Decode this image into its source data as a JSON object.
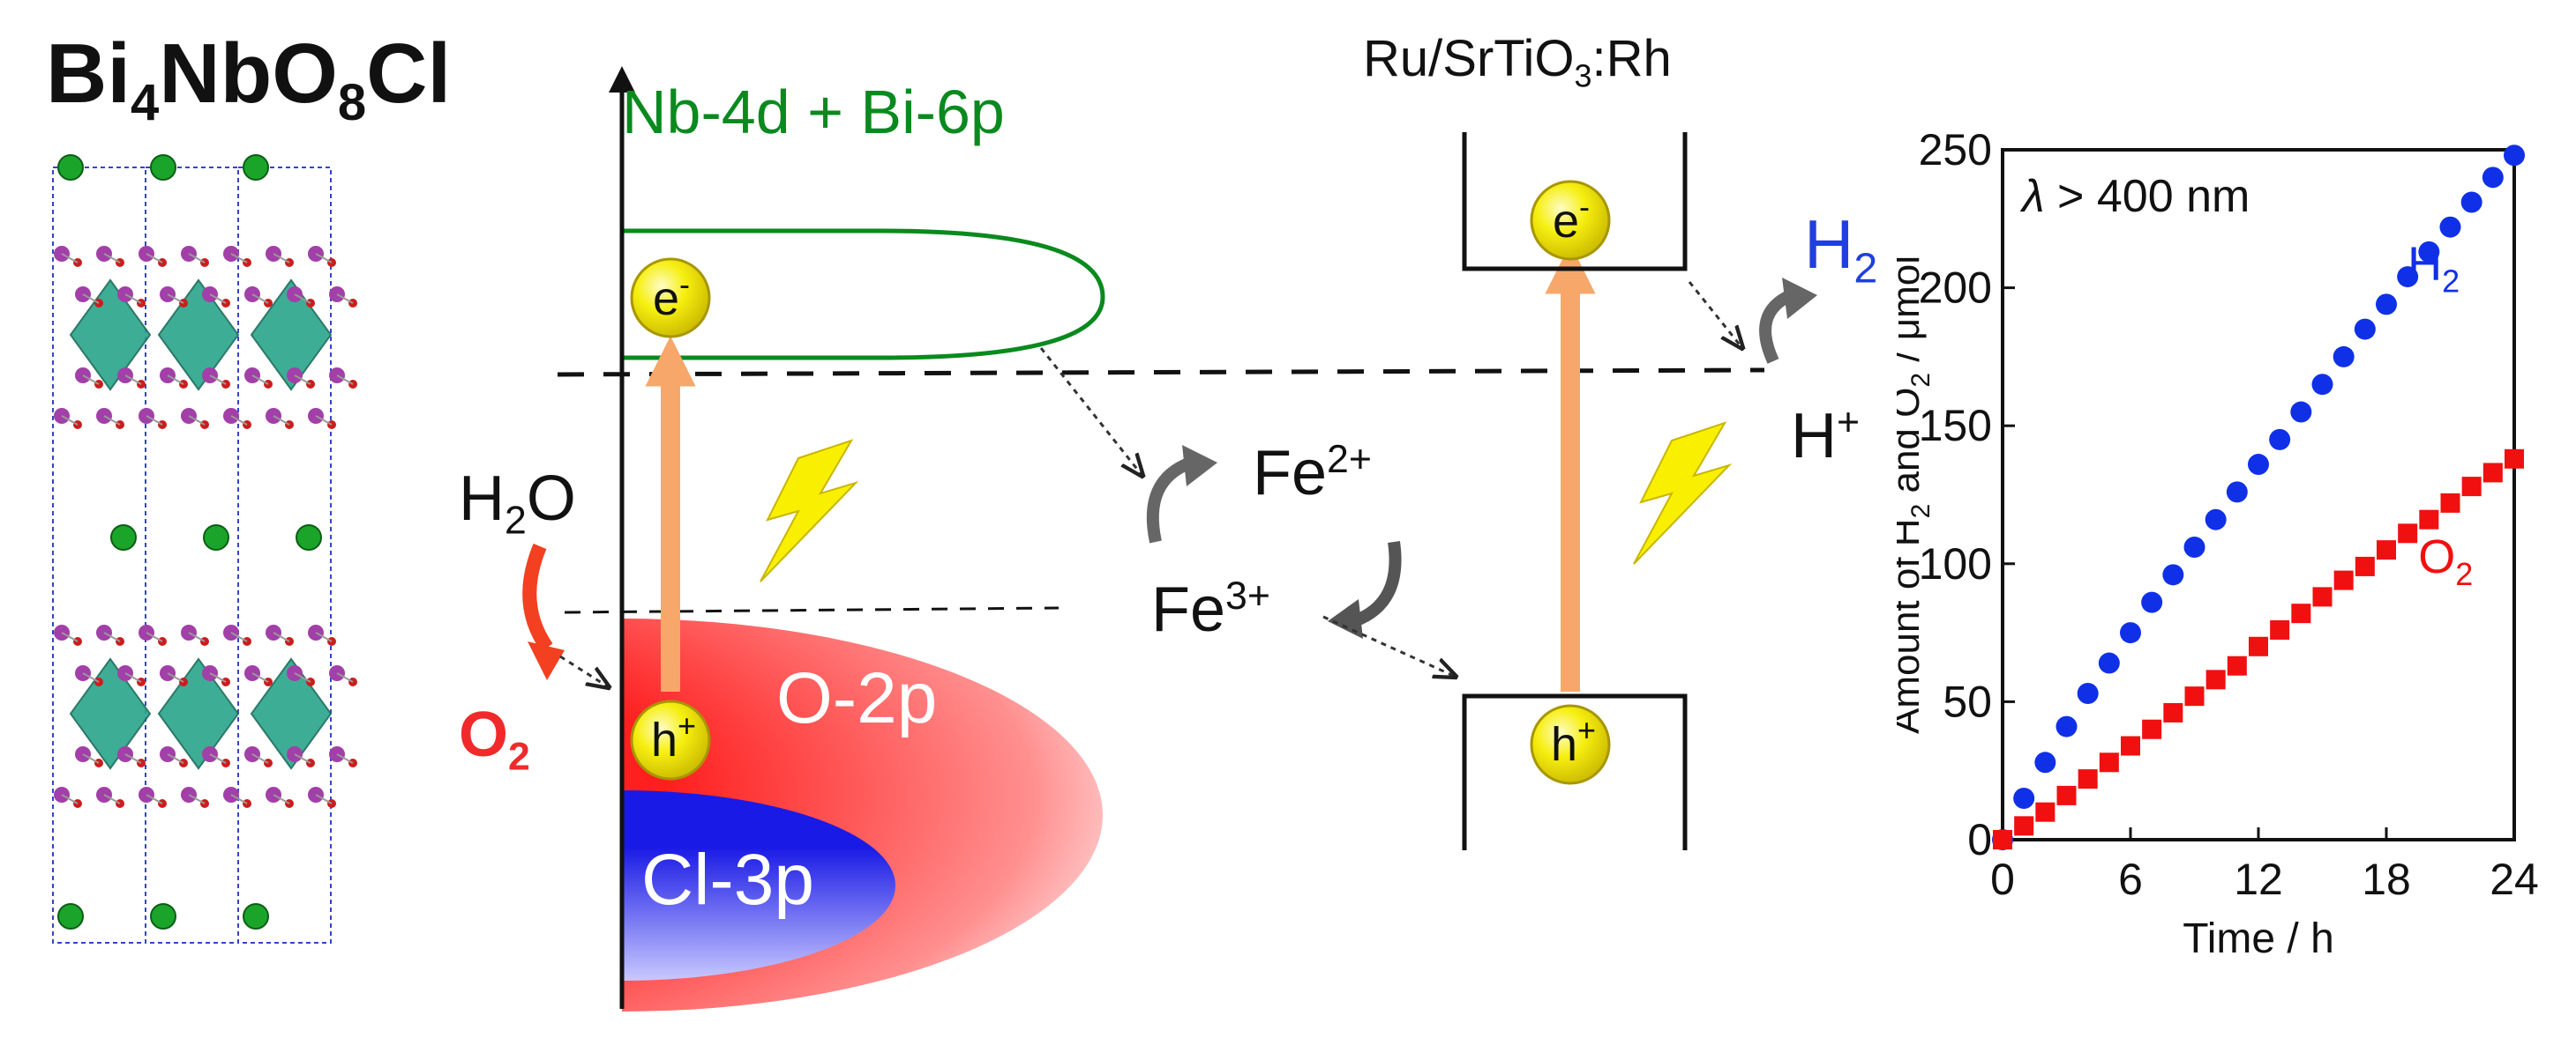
{
  "crystal": {
    "formula_parts": [
      "Bi",
      "4",
      "NbO",
      "8",
      "Cl"
    ]
  },
  "band_diagram": {
    "conduction_band_label": "Nb-4d + Bi-6p",
    "valence_band_o_label": "O-2p",
    "valence_band_cl_label": "Cl-3p",
    "electron_label": "e",
    "electron_charge": "-",
    "hole_label": "h",
    "hole_charge": "+",
    "h2o_parts": [
      "H",
      "2",
      "O"
    ],
    "o2_parts": [
      "O",
      "2"
    ]
  },
  "mediator": {
    "fe2_base": "Fe",
    "fe2_charge": "2+",
    "fe3_base": "Fe",
    "fe3_charge": "3+"
  },
  "photocatalyst2": {
    "label_parts": [
      "Ru/SrTiO",
      "3",
      ":Rh"
    ],
    "electron_label": "e",
    "electron_charge": "-",
    "hole_label": "h",
    "hole_charge": "+",
    "proton_base": "H",
    "proton_charge": "+",
    "h2_parts": [
      "H",
      "2"
    ]
  },
  "colors": {
    "conduction_band": "#0a8a1e",
    "o2p_band": "#ff2a2a",
    "cl3p_band": "#1f1fe0",
    "excitation_arrow": "#f7a76a",
    "particle": "#f2e800",
    "h2_series": "#1030e8",
    "o2_series": "#f01010",
    "o2_text": "#f02a2a"
  },
  "chart_data": {
    "type": "scatter",
    "annotation_symbol": "λ",
    "annotation_text": " > 400 nm",
    "xlabel": "Time / h",
    "ylabel_parts": [
      "Amount of H",
      "2",
      " and O",
      "2",
      " / μmol"
    ],
    "x_ticks": [
      0,
      6,
      12,
      18,
      24
    ],
    "y_ticks": [
      0,
      50,
      100,
      150,
      200,
      250
    ],
    "xlim": [
      0,
      24
    ],
    "ylim": [
      0,
      250
    ],
    "grid": false,
    "series": [
      {
        "name_parts": [
          "H",
          "2"
        ],
        "marker": "circle",
        "color": "#1030e8",
        "x": [
          0,
          1,
          2,
          3,
          4,
          5,
          6,
          7,
          8,
          9,
          10,
          11,
          12,
          13,
          14,
          15,
          16,
          17,
          18,
          19,
          20,
          21,
          22,
          23,
          24
        ],
        "y": [
          0,
          15,
          28,
          41,
          53,
          64,
          75,
          86,
          96,
          106,
          116,
          126,
          136,
          145,
          155,
          165,
          175,
          185,
          194,
          204,
          213,
          222,
          231,
          240,
          248
        ]
      },
      {
        "name_parts": [
          "O",
          "2"
        ],
        "marker": "square",
        "color": "#f01010",
        "x": [
          0,
          1,
          2,
          3,
          4,
          5,
          6,
          7,
          8,
          9,
          10,
          11,
          12,
          13,
          14,
          15,
          16,
          17,
          18,
          19,
          20,
          21,
          22,
          23,
          24
        ],
        "y": [
          0,
          5,
          10,
          16,
          22,
          28,
          34,
          40,
          46,
          52,
          58,
          63,
          70,
          76,
          82,
          88,
          94,
          99,
          105,
          111,
          116,
          122,
          128,
          133,
          138
        ]
      }
    ]
  }
}
